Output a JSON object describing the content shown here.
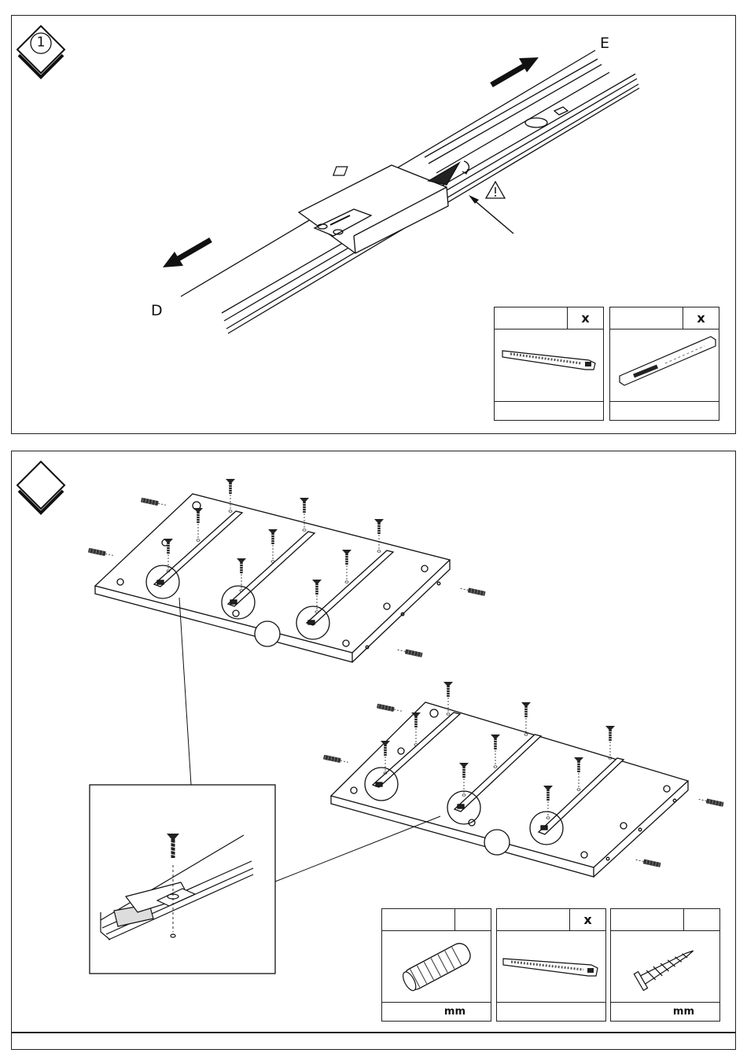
{
  "step1": {
    "badge": "1",
    "label_e": "E",
    "label_d": "D",
    "warning_icon": "warning-triangle-icon",
    "parts": [
      {
        "name": "slide-rail-part",
        "count": "x",
        "unit": ""
      },
      {
        "name": "slide-runner-part",
        "count": "x",
        "unit": ""
      }
    ]
  },
  "step2": {
    "badge": "",
    "parts": [
      {
        "name": "wooden-dowel-part",
        "count": "",
        "unit": "mm"
      },
      {
        "name": "slide-rail-part",
        "count": "x",
        "unit": ""
      },
      {
        "name": "screw-part",
        "count": "",
        "unit": "mm"
      }
    ]
  }
}
